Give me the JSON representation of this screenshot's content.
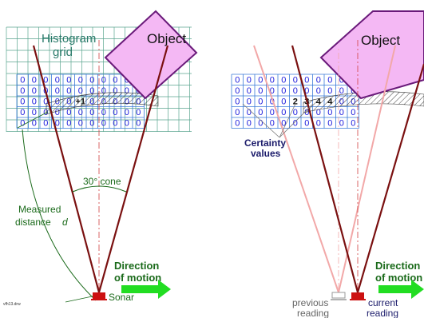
{
  "left_panel": {
    "grid_title_line1": "Histogram",
    "grid_title_line2": "grid",
    "object_label": "Object",
    "cell_values": [
      [
        "0",
        "0",
        "0",
        "0",
        "0",
        "0",
        "0",
        "0",
        "0",
        "0",
        "0"
      ],
      [
        "0",
        "0",
        "0",
        "0",
        "0",
        "0",
        "0",
        "0",
        "0",
        "0",
        "0"
      ],
      [
        "0",
        "0",
        "0",
        "0",
        "0",
        "+1",
        "0",
        "0",
        "0",
        "0",
        "0"
      ],
      [
        "0",
        "0",
        "0",
        "0",
        "0",
        "0",
        "0",
        "0",
        "0",
        "0",
        "0"
      ],
      [
        "0",
        "0",
        "0",
        "0",
        "0",
        "0",
        "0",
        "0",
        "0",
        "0",
        "0"
      ]
    ],
    "cone_label": "30° cone",
    "distance_line1": "Measured",
    "distance_line2": "distance",
    "distance_var": "d",
    "motion_line1": "Direction",
    "motion_line2": "of motion",
    "sonar_label": "Sonar",
    "file_tag": "vfh13.drw"
  },
  "right_panel": {
    "object_label": "Object",
    "cell_values": [
      [
        "0",
        "0",
        "0",
        "0",
        "0",
        "0",
        "0",
        "0",
        "0",
        "0",
        "0"
      ],
      [
        "0",
        "0",
        "0",
        "0",
        "0",
        "0",
        "0",
        "0",
        "0",
        "0",
        "0"
      ],
      [
        "0",
        "0",
        "0",
        "0",
        "0",
        "2",
        "3",
        "4",
        "4",
        "0",
        "0"
      ],
      [
        "0",
        "0",
        "0",
        "0",
        "0",
        "0",
        "0",
        "0",
        "0",
        "0",
        "0"
      ],
      [
        "0",
        "0",
        "0",
        "0",
        "0",
        "0",
        "0",
        "0",
        "0",
        "0",
        "0"
      ]
    ],
    "certainty_line1": "Certainty",
    "certainty_line2": "values",
    "motion_line1": "Direction",
    "motion_line2": "of motion",
    "previous_line1": "previous",
    "previous_line2": "reading",
    "current_line1": "current",
    "current_line2": "reading"
  },
  "colors": {
    "grid_line": "#5aa58f",
    "cell_digit": "#1a1adc",
    "object_fill": "#f4b8f4",
    "object_stroke": "#6a1a7a",
    "beam": "#7a1010",
    "beam_faded": "#f2a8a8",
    "label_green": "#1a6a1a",
    "arrow_green": "#22dd22",
    "title_teal": "#2a7a6a",
    "certainty_navy": "#1a1a6a",
    "sonar_red": "#cc1111"
  }
}
